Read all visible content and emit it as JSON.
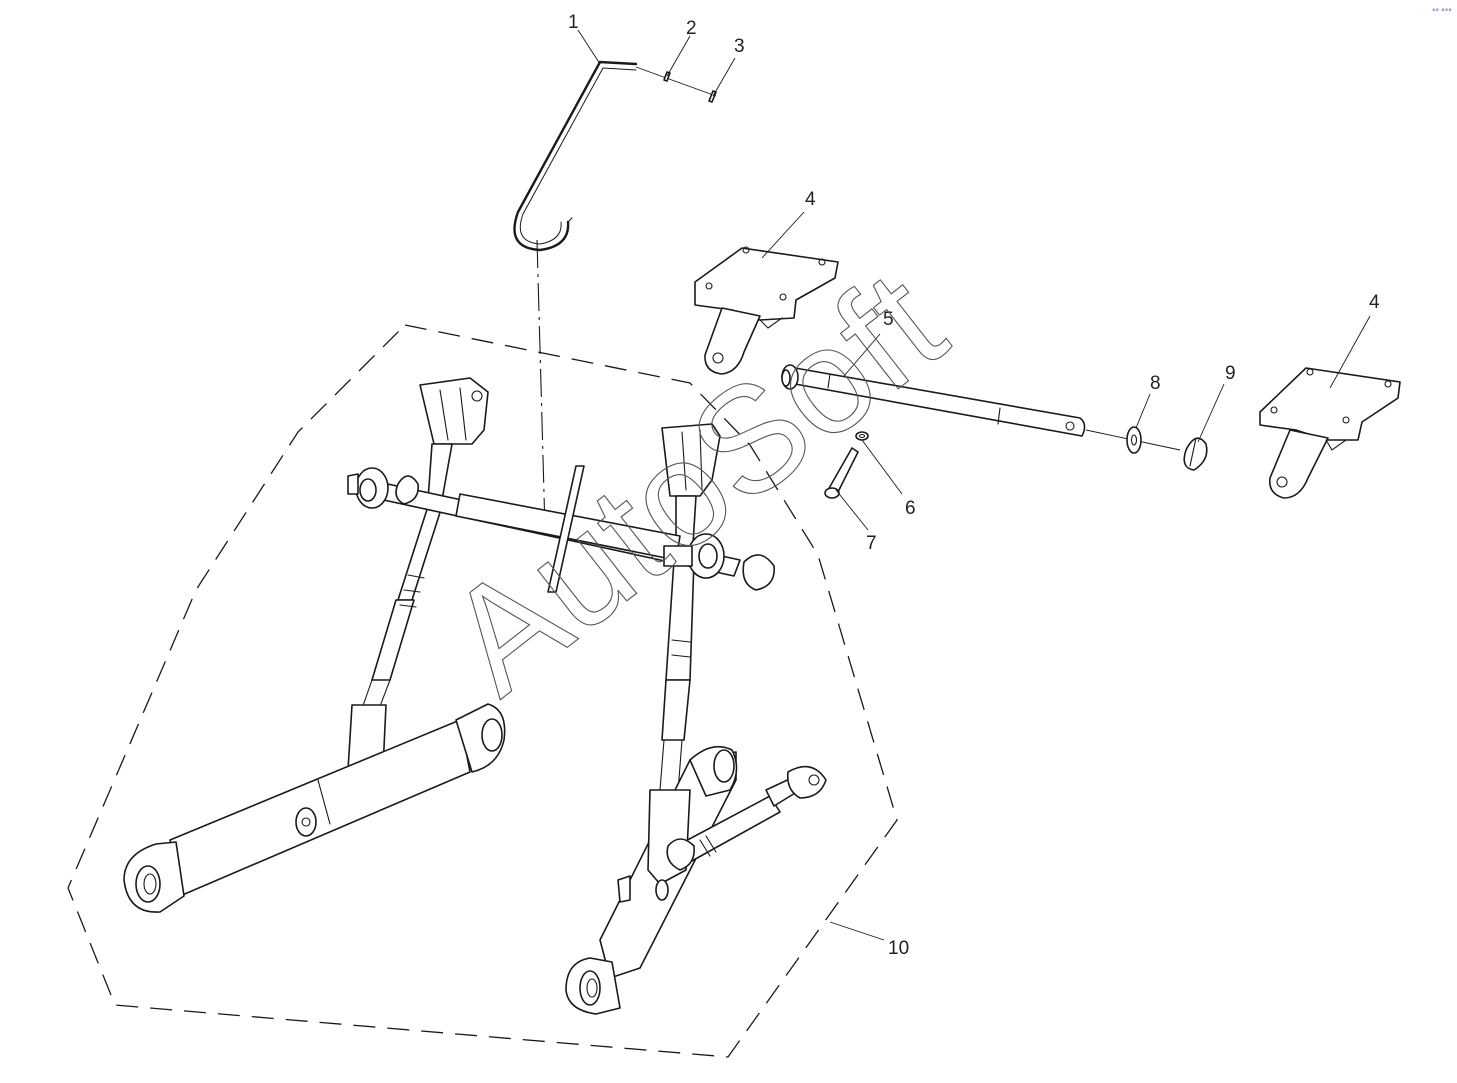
{
  "watermark": {
    "text": "AutoSoft"
  },
  "corner_mark": "°° °°°",
  "callouts": [
    {
      "id": "c1",
      "label": "1"
    },
    {
      "id": "c2",
      "label": "2"
    },
    {
      "id": "c3",
      "label": "3"
    },
    {
      "id": "c4a",
      "label": "4"
    },
    {
      "id": "c4b",
      "label": "4"
    },
    {
      "id": "c5",
      "label": "5"
    },
    {
      "id": "c6",
      "label": "6"
    },
    {
      "id": "c7",
      "label": "7"
    },
    {
      "id": "c8",
      "label": "8"
    },
    {
      "id": "c9",
      "label": "9"
    },
    {
      "id": "c10",
      "label": "10"
    }
  ],
  "colors": {
    "line": "#1a1a1a",
    "watermark": "#555555",
    "corner_mark": "#2b3fd6"
  }
}
